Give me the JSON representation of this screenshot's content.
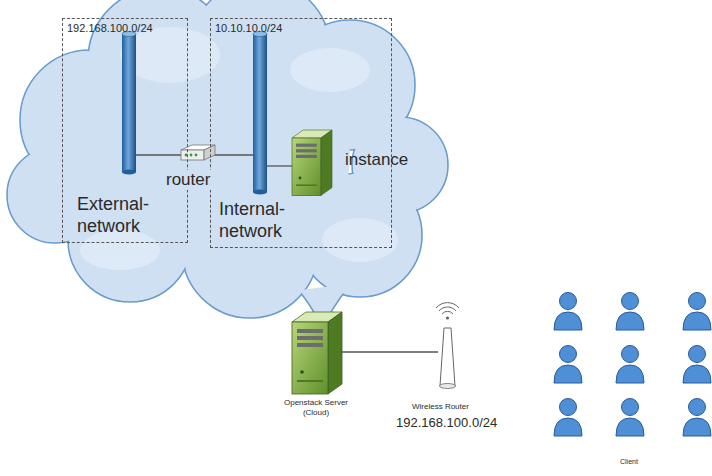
{
  "diagram": {
    "nodes": [
      {
        "text": [
          "192.168.100.0/24",
          "External-network"
        ]
      },
      {
        "text": [
          "10.10.10.0/24",
          "Internal-network"
        ]
      }
    ],
    "labels": [
      "router",
      "instance",
      "Openstack Server (Cloud)",
      "Wireless Router",
      "192.168.100.0/24",
      "Client"
    ]
  }
}
